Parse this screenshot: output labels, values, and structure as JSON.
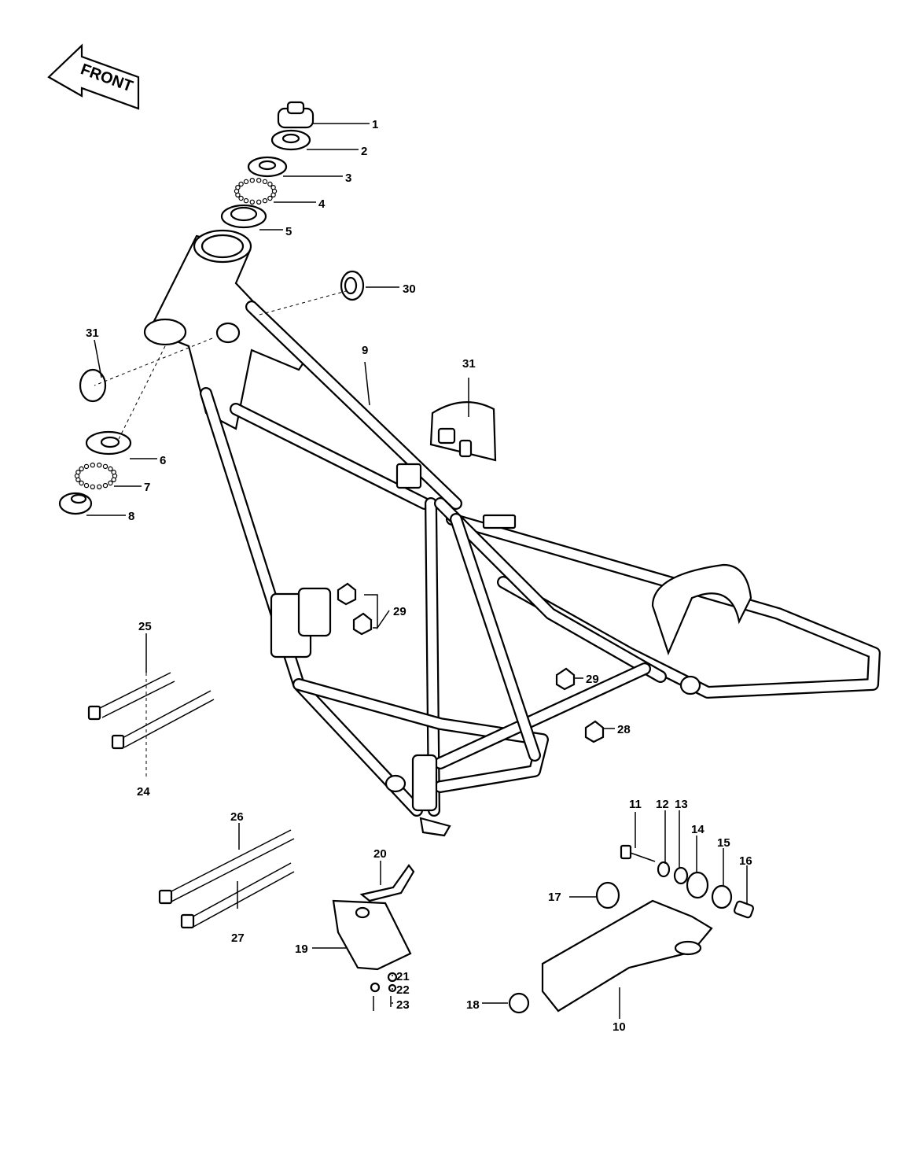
{
  "front_label": "FRONT",
  "callouts": [
    "1",
    "2",
    "3",
    "4",
    "5",
    "30",
    "31",
    "9",
    "31",
    "6",
    "7",
    "8",
    "29",
    "25",
    "29",
    "28",
    "24",
    "11",
    "12",
    "13",
    "14",
    "26",
    "15",
    "16",
    "20",
    "17",
    "27",
    "19",
    "21",
    "22",
    "23",
    "18",
    "10"
  ],
  "colors": {
    "ink": "#000000",
    "paper": "#ffffff"
  }
}
